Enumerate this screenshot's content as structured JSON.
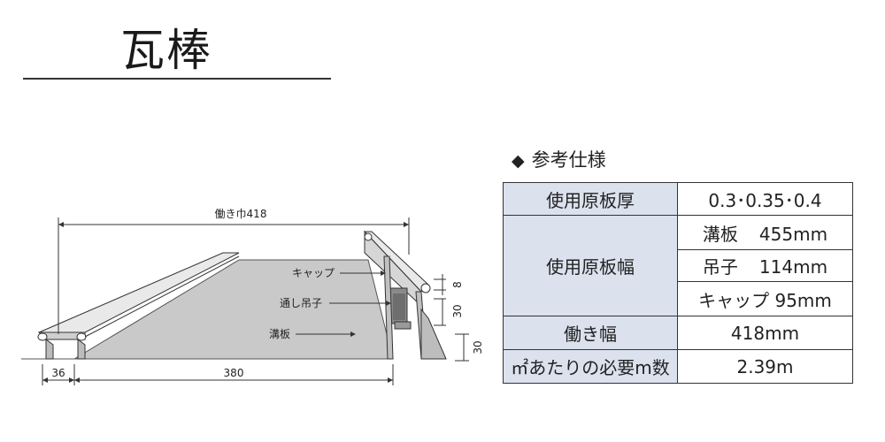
{
  "title": "瓦棒",
  "diagram": {
    "working_width_label": "働き巾418",
    "cap_label": "キャップ",
    "hanger_label": "通し吊子",
    "channel_label": "溝板",
    "dim_8": "8",
    "dim_30_upper": "30",
    "dim_30_lower": "30",
    "dim_36": "36",
    "dim_380": "380"
  },
  "spec": {
    "heading": "参考仕様",
    "thickness_label": "使用原板厚",
    "thickness_value": "0.3･0.35･0.4",
    "width_label": "使用原板幅",
    "width_items": [
      {
        "name": "溝板",
        "value": "455mm"
      },
      {
        "name": "吊子",
        "value": "114mm"
      },
      {
        "name": "キャップ",
        "value": "95mm"
      }
    ],
    "working_width_label": "働き幅",
    "working_width_value": "418mm",
    "per_m2_label": "㎡あたりの必要m数",
    "per_m2_value": "2.39m"
  }
}
